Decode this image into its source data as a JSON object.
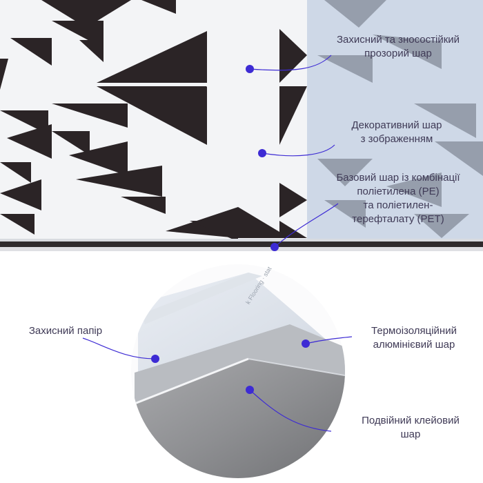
{
  "layers_top": [
    {
      "text": "Захисний та зносостійкий\nпрозорий шар"
    },
    {
      "text": "Декоративний шар\nз зображенням"
    },
    {
      "text": "Базовий шар із комбінації\nполіетилена (PE)\nта поліетилен-\nтерефталату (PET)"
    }
  ],
  "layers_bottom": [
    {
      "text": "Захисний папір"
    },
    {
      "text": "Термоізоляційний\nалюмінієвий шар"
    },
    {
      "text": "Подвійний клейовий\nшар"
    }
  ],
  "paper_print": "k Flooring · stat",
  "colors": {
    "accent": "#3d2bd4",
    "label": "#3f3a56",
    "pattern": "#2b2426",
    "panel": "#f3f4f6",
    "overlay": "#bfcde0",
    "foil": "#8e8f92"
  }
}
